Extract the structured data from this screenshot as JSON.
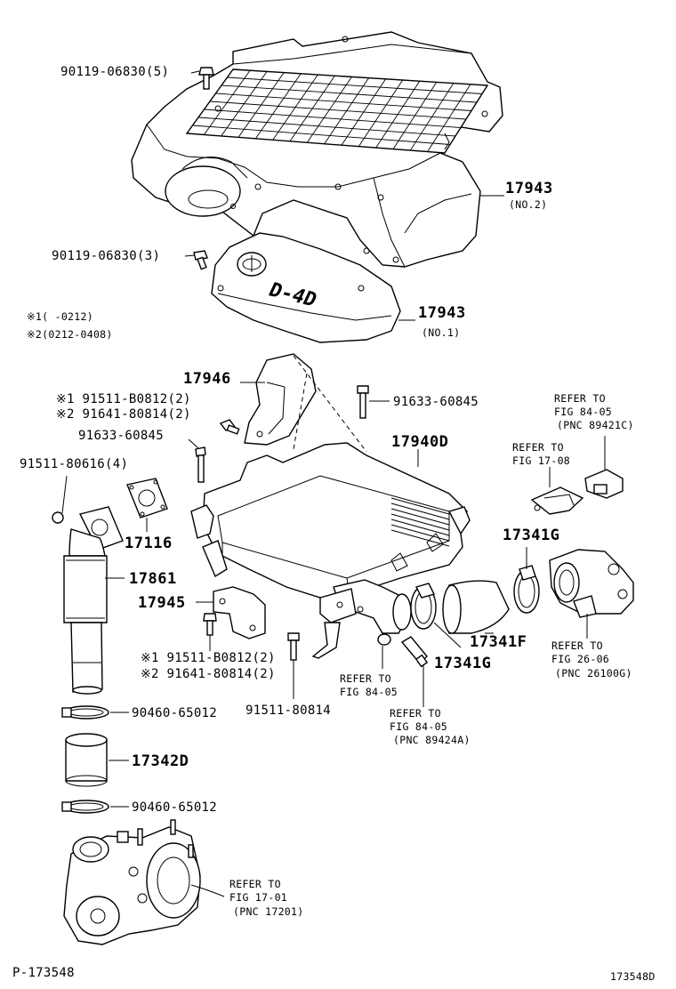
{
  "labels": {
    "bolt_cover2": "90119-06830(5)",
    "bolt_cover1": "90119-06830(3)",
    "cover2_pnc": "17943",
    "cover2_note": "(NO.2)",
    "cover1_pnc": "17943",
    "cover1_note": "(NO.1)",
    "footnote1": "※1(    -0212)",
    "footnote2": "※2(0212-0408)",
    "bracket_upper": "17946",
    "bolt_upper1": "※1 91511-B0812(2)",
    "bolt_upper2": "※2 91641-80814(2)",
    "bolt_91633_left": "91633-60845",
    "bolt_91633_top": "91633-60845",
    "intercooler": "17940D",
    "bolt_91511_80616": "91511-80616(4)",
    "gasket_17116": "17116",
    "pipe_17861": "17861",
    "bracket_17945": "17945",
    "bolt_lower1": "※1 91511-B0812(2)",
    "bolt_lower2": "※2 91641-80814(2)",
    "bolt_91511_80814": "91511-80814",
    "clamp_upper": "90460-65012",
    "hose_17342d": "17342D",
    "clamp_lower": "90460-65012",
    "clamp_17341g_right": "17341G",
    "hose_17341f": "17341F",
    "clamp_17341g_lower": "17341G",
    "ref_84_05_top_line1": "REFER TO",
    "ref_84_05_top_line2": "FIG 84-05",
    "ref_84_05_top_line3": "(PNC 89421C)",
    "ref_17_08_line1": "REFER TO",
    "ref_17_08_line2": "FIG 17-08",
    "ref_26_06_line1": "REFER TO",
    "ref_26_06_line2": "FIG 26-06",
    "ref_26_06_line3": "(PNC 26100G)",
    "ref_84_05_mid_line1": "REFER TO",
    "ref_84_05_mid_line2": "FIG 84-05",
    "ref_84_05_low_line1": "REFER TO",
    "ref_84_05_low_line2": "FIG 84-05",
    "ref_84_05_low_line3": "(PNC 89424A)",
    "ref_17_01_line1": "REFER TO",
    "ref_17_01_line2": "FIG 17-01",
    "ref_17_01_line3": "(PNC 17201)",
    "page_code": "P-173548",
    "figure_code": "173548D",
    "cover_logo_text": "D-4D"
  }
}
